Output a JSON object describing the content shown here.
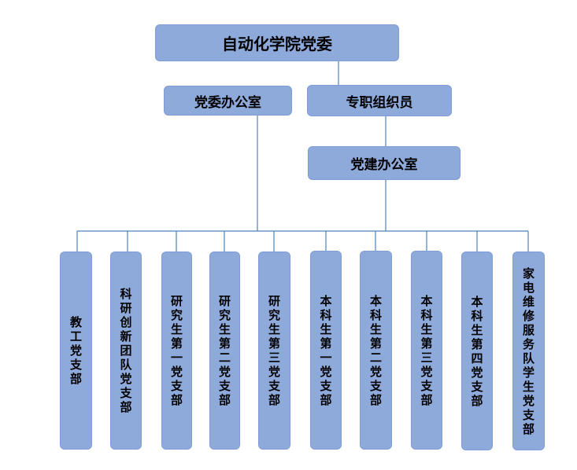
{
  "colors": {
    "box_fill": "#8eaadb",
    "box_border": "#7f9cd6",
    "connector": "#4f81bd"
  },
  "nodes": {
    "root": "自动化学院党委",
    "office": "党委办公室",
    "organizer": "专职组织员",
    "building_office": "党建办公室"
  },
  "branches": [
    "教工党支部",
    "科研创新团队党支部",
    "研究生第一党支部",
    "研究生第二党支部",
    "研究生第三党支部",
    "本科生第一党支部",
    "本科生第二党支部",
    "本科生第三党支部",
    "本科生第四党支部",
    "家电维修服务队学生党支部"
  ]
}
